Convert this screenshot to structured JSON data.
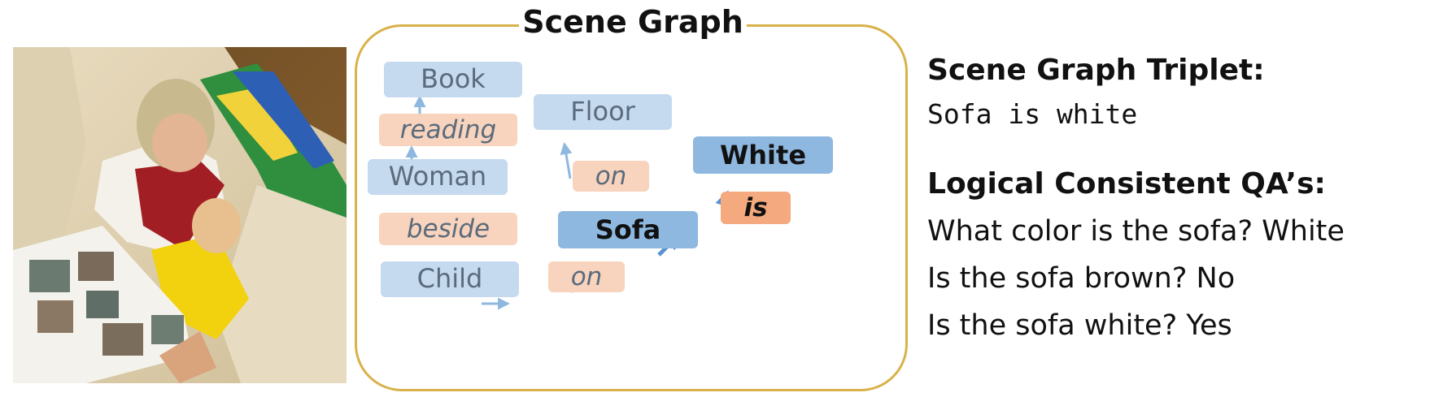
{
  "graph": {
    "title": "Scene Graph",
    "nodes": {
      "book": "Book",
      "reading": "reading",
      "woman": "Woman",
      "beside": "beside",
      "child": "Child",
      "on_child": "on",
      "floor": "Floor",
      "on_floor": "on",
      "sofa": "Sofa",
      "is": "is",
      "white": "White"
    },
    "colors": {
      "object_node": "#c5d9ef",
      "object_text": "#5a6b7c",
      "relation_node": "#f8d3bd",
      "relation_text": "#5a6b7c",
      "focus_object": "#8fb8e0",
      "focus_relation": "#f4a97e",
      "focus_text": "#111111",
      "arrow": "#8fb8e0",
      "frame": "#d8b24a"
    }
  },
  "panel": {
    "triplet_heading": "Scene Graph Triplet:",
    "triplet": "Sofa is white",
    "qa_heading": "Logical Consistent QA’s:",
    "qa": [
      "What color is the sofa? White",
      "Is the sofa brown? No",
      "Is the sofa white? Yes"
    ]
  }
}
